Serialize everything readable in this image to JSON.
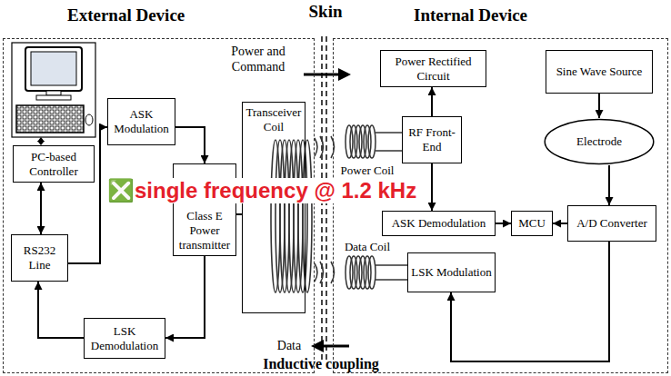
{
  "diagram": {
    "nodes": [
      {
        "text": [
          "External Device"
        ]
      },
      {
        "text": [
          "Internal Device"
        ]
      },
      {
        "text": [
          "PC-based Controller"
        ],
        "in": 0
      },
      {
        "text": [
          "ASK Modulation"
        ],
        "in": 0
      },
      {
        "text": [
          "Class E Power transmitter"
        ],
        "in": 0
      },
      {
        "text": [
          "RS232 Line"
        ],
        "in": 0
      },
      {
        "text": [
          "LSK Demodulation"
        ],
        "in": 0
      },
      {
        "text": [
          "Transceiver Coil"
        ],
        "in": 0
      },
      {
        "text": [
          "Power Rectified Circuit"
        ],
        "in": 1
      },
      {
        "text": [
          "RF Front-End"
        ],
        "in": 1
      },
      {
        "text": [
          "Sine Wave Source"
        ],
        "in": 1
      },
      {
        "text": [
          "Electrode"
        ],
        "in": 1
      },
      {
        "text": [
          "ASK Demodulation"
        ],
        "in": 1
      },
      {
        "text": [
          "MCU"
        ],
        "in": 1
      },
      {
        "text": [
          "A/D Converter"
        ],
        "in": 1
      },
      {
        "text": [
          "LSK Modulation"
        ],
        "in": 1
      }
    ],
    "edges": [
      {
        "from": 2,
        "to": 5,
        "arrow": "both"
      },
      {
        "from": 5,
        "to": 3,
        "arrow": "to"
      },
      {
        "from": 3,
        "to": 4,
        "arrow": "to"
      },
      {
        "from": 4,
        "to": 6,
        "arrow": "to"
      },
      {
        "from": 6,
        "to": 5,
        "arrow": "to"
      },
      {
        "from": 4,
        "to": 7,
        "arrow": "none"
      },
      {
        "from": 9,
        "to": 8,
        "arrow": "to"
      },
      {
        "from": 9,
        "to": 12,
        "arrow": "to"
      },
      {
        "from": 12,
        "to": 13,
        "arrow": "to"
      },
      {
        "from": 14,
        "to": 13,
        "arrow": "to"
      },
      {
        "from": 10,
        "to": 11,
        "arrow": "to"
      },
      {
        "from": 11,
        "to": 14,
        "arrow": "to"
      },
      {
        "from": 14,
        "to": 15,
        "arrow": "to"
      }
    ],
    "labels": [
      "Skin",
      "Power and Command",
      "Power Coil",
      "Data Coil",
      "Data",
      "Inductive coupling",
      "❎single frequency @ 1.2 kHz"
    ]
  }
}
